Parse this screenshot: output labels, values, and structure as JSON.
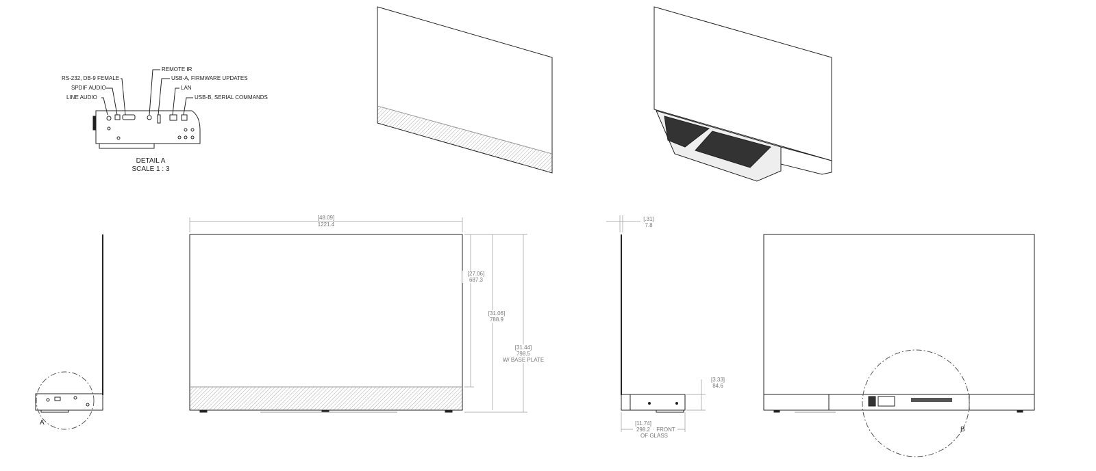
{
  "detail_a": {
    "callouts": [
      "REMOTE IR",
      "RS-232, DB-9 FEMALE",
      "USB-A, FIRMWARE UPDATES",
      "SPDIF AUDIO",
      "LAN",
      "LINE AUDIO",
      "USB-B, SERIAL COMMANDS"
    ],
    "title": "DETAIL A",
    "scale": "SCALE 1 : 3"
  },
  "front_view": {
    "width": {
      "in": "[48.09]",
      "mm": "1221.4"
    },
    "height_display": {
      "in": "[27.06]",
      "mm": "687.3"
    },
    "height_total": {
      "in": "[31.06]",
      "mm": "788.9"
    },
    "height_base": {
      "in": "[31.44]",
      "mm": "798.5",
      "note": "W/ BASE PLATE"
    }
  },
  "side_view": {
    "glass": {
      "in": "[.31]",
      "mm": "7.8"
    },
    "base_height": {
      "in": "[3.33]",
      "mm": "84.6"
    },
    "depth": {
      "in": "[11.74]",
      "mm": "298.2",
      "note1": "FRONT",
      "note2": "OF GLASS"
    }
  },
  "detail_labels": {
    "a": "A",
    "b": "B"
  }
}
